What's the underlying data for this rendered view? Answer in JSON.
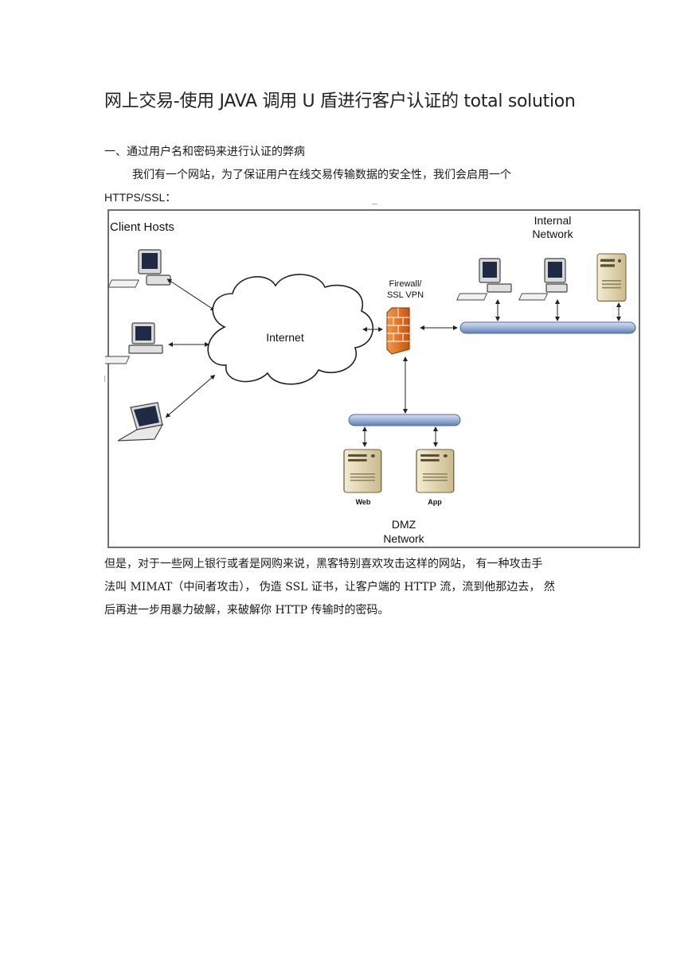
{
  "document": {
    "title": "网上交易-使用 JAVA 调用 U 盾进行客户认证的 total solution",
    "section_heading": "一、通过用户名和密码来进行认证的弊病",
    "intro_line1": "我们有一个网站，为了保证用户在线交易传输数据的安全性，我们会启用一个",
    "intro_line2": "HTTPS/SSL：",
    "body_line1": "但是，对于一些网上银行或者是网购来说，黑客特别喜欢攻击这样的网站，  有一种攻击手",
    "body_line2": "法叫 MIMAT（中间者攻击），  伪造 SSL 证书，让客户端的 HTTP 流，流到他那边去，  然",
    "body_line3": "后再进一步用暴力破解，来破解你 HTTP 传输时的密码。"
  },
  "diagram": {
    "client_hosts_label": "Client Hosts",
    "internet_label": "Internet",
    "firewall_label_line1": "Firewall/",
    "firewall_label_line2": "SSL VPN",
    "internal_label_line1": "Internal",
    "internal_label_line2": "Network",
    "web_label": "Web",
    "app_label": "App",
    "dmz_label_line1": "DMZ",
    "dmz_label_line2": "Network",
    "colors": {
      "bus": "#9db3d8",
      "firewall": "#e86a1c",
      "server": "#e8dcb8",
      "monitor": "#d9d9d9"
    }
  }
}
